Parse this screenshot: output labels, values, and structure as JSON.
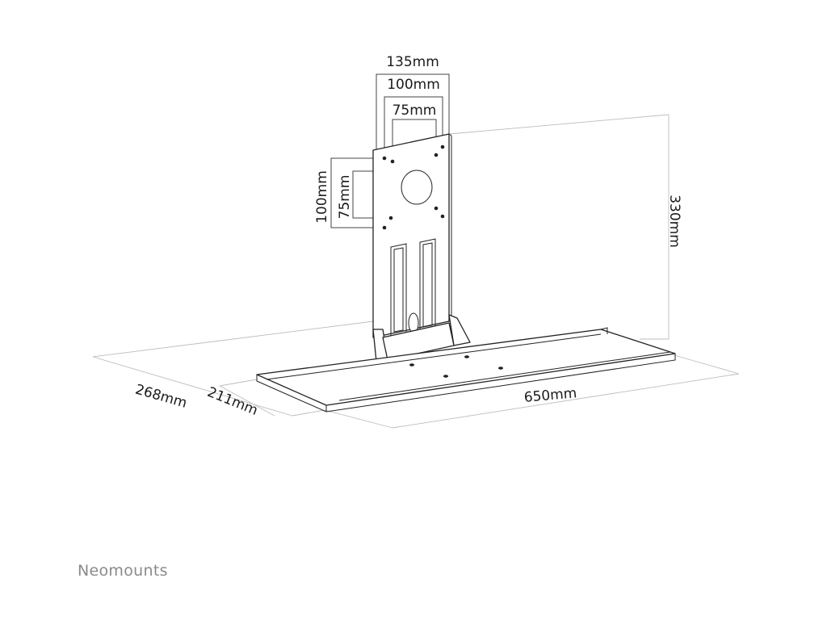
{
  "dimensions": {
    "vesa_width_max": "135mm",
    "vesa_width_mid": "100mm",
    "vesa_width_min": "75mm",
    "vesa_height_max": "100mm",
    "vesa_height_min": "75mm",
    "total_height": "330mm",
    "total_depth": "268mm",
    "shelf_depth": "211mm",
    "shelf_width": "650mm"
  },
  "brand": {
    "name": "Neomounts"
  },
  "colors": {
    "line": "#222222",
    "extension_line": "#bdbdbd",
    "brand_text": "#8a8a8a"
  }
}
